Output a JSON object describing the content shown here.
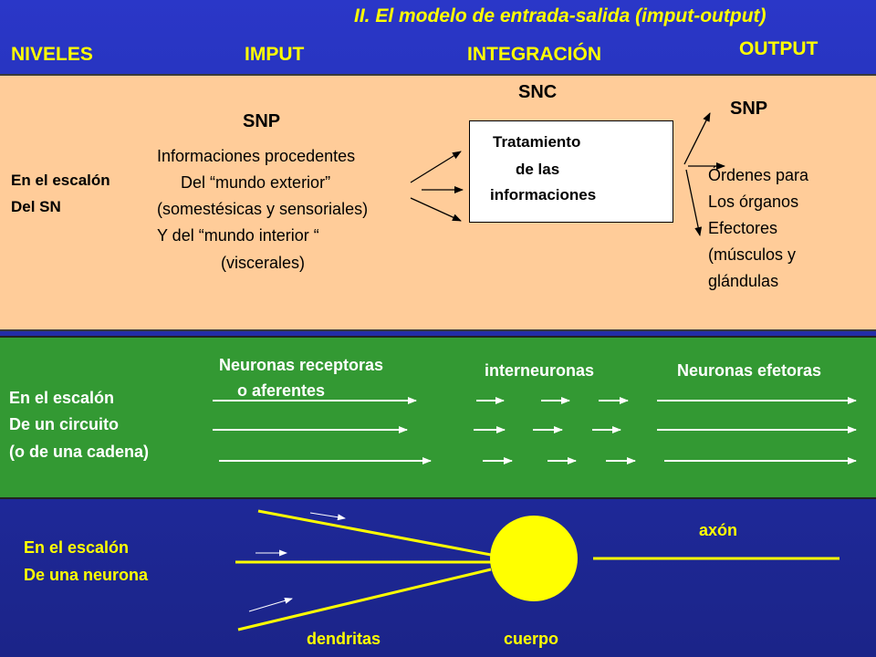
{
  "title": "II. El modelo de entrada-salida (imput-output)",
  "headers": {
    "niveles": "NIVELES",
    "imput": "IMPUT",
    "integracion": "INTEGRACIÓN",
    "output": "OUTPUT"
  },
  "section_sn": {
    "level_line1": "En el escalón",
    "level_line2": "Del  SN",
    "snp_in": "SNP",
    "snc": "SNC",
    "snp_out": "SNP",
    "input_lines": [
      "Informaciones procedentes",
      "Del “mundo exterior”",
      "(somestésicas y sensoriales)",
      "Y del “mundo interior “",
      "(viscerales)"
    ],
    "box_lines": [
      "Tratamiento",
      "de las",
      "informaciones"
    ],
    "output_lines": [
      "Órdenes para",
      "Los órganos",
      "Efectores",
      "(músculos y",
      "glándulas"
    ]
  },
  "section_circuit": {
    "level_line1": "En el escalón",
    "level_line2": "De un circuito",
    "level_line3": "(o de una cadena)",
    "receptoras_line1": "Neuronas receptoras",
    "receptoras_line2": "o aferentes",
    "interneuronas": "interneuronas",
    "efectoras": "Neuronas efetoras"
  },
  "section_neuron": {
    "level_line1": "En el escalón",
    "level_line2": "De una neurona",
    "axon": "axón",
    "dendritas": "dendritas",
    "cuerpo": "cuerpo"
  },
  "colors": {
    "background": "#2a37c8",
    "heading": "#ffff00",
    "panel_sn": "#ffcc99",
    "panel_circuit": "#339933",
    "neuron": "#ffff00"
  }
}
